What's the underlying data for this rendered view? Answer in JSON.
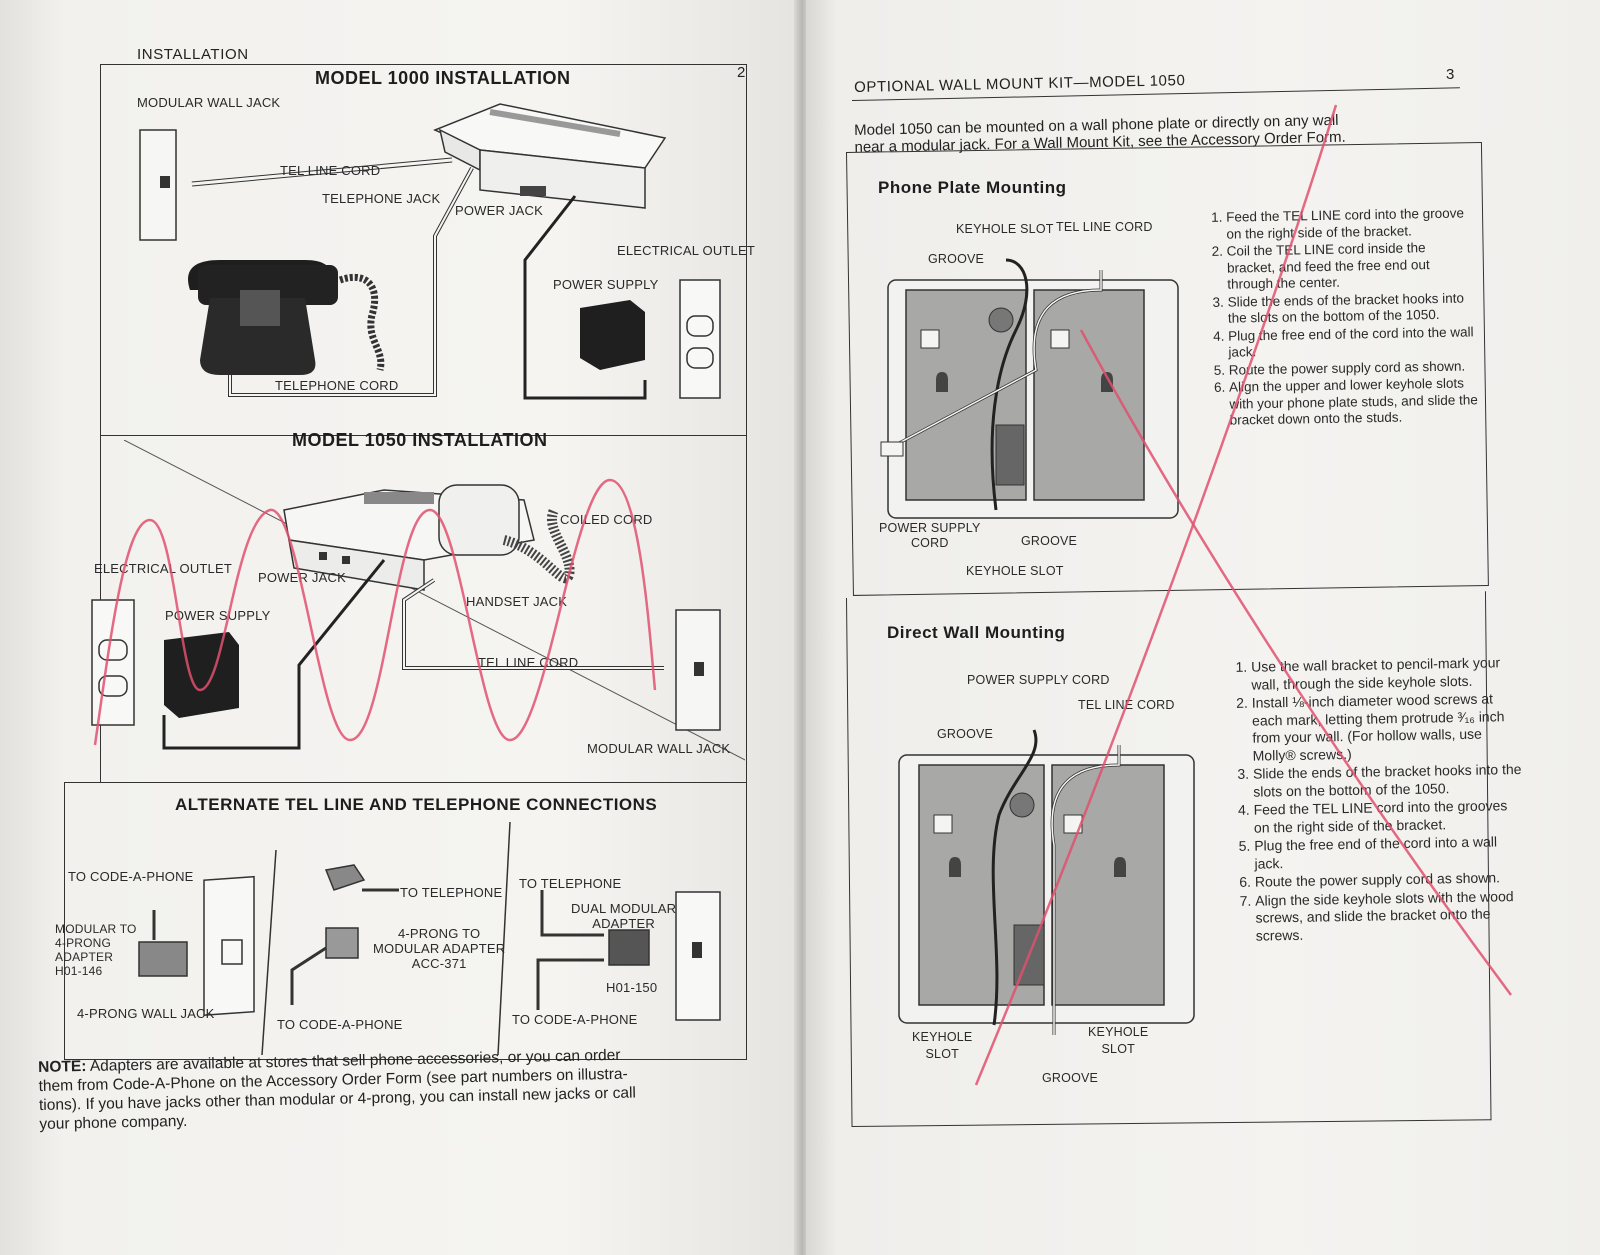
{
  "left_page": {
    "running_head": "INSTALLATION",
    "page_number": "2",
    "model1000": {
      "title": "MODEL 1000 INSTALLATION",
      "labels": {
        "modular_wall_jack": "MODULAR WALL JACK",
        "tel_line_cord": "TEL LINE CORD",
        "telephone_jack": "TELEPHONE JACK",
        "power_jack": "POWER JACK",
        "electrical_outlet": "ELECTRICAL OUTLET",
        "power_supply": "POWER SUPPLY",
        "telephone_cord": "TELEPHONE CORD"
      }
    },
    "model1050": {
      "title": "MODEL 1050 INSTALLATION",
      "labels": {
        "coiled_cord": "COILED CORD",
        "electrical_outlet": "ELECTRICAL OUTLET",
        "power_jack": "POWER JACK",
        "power_supply": "POWER SUPPLY",
        "handset_jack": "HANDSET JACK",
        "tel_line_cord": "TEL LINE CORD",
        "modular_wall_jack": "MODULAR WALL JACK"
      }
    },
    "alternate": {
      "title": "ALTERNATE TEL LINE AND TELEPHONE CONNECTIONS",
      "panel1": {
        "to_code_a_phone": "TO CODE-A-PHONE",
        "adapter_line1": "MODULAR TO",
        "adapter_line2": "4-PRONG",
        "adapter_line3": "ADAPTER",
        "adapter_line4": "H01-146",
        "wall_jack": "4-PRONG WALL JACK"
      },
      "panel2": {
        "to_telephone": "TO TELEPHONE",
        "adapter_line1": "4-PRONG TO",
        "adapter_line2": "MODULAR ADAPTER",
        "adapter_line3": "ACC-371",
        "to_code_a_phone": "TO CODE-A-PHONE"
      },
      "panel3": {
        "to_telephone": "TO TELEPHONE",
        "adapter_line1": "DUAL MODULAR",
        "adapter_line2": "ADAPTER",
        "adapter_line3": "H01-150",
        "to_code_a_phone": "TO CODE-A-PHONE"
      }
    },
    "note_label": "NOTE:",
    "note_lines": [
      "Adapters are available at stores that sell phone accessories, or you can order",
      "them from Code-A-Phone on the Accessory Order Form (see part numbers on illustra-",
      "tions). If you have jacks other than modular or 4-prong, you can install new jacks or call",
      "your phone company."
    ]
  },
  "right_page": {
    "running_head": "OPTIONAL WALL MOUNT KIT—MODEL 1050",
    "page_number": "3",
    "intro_lines": [
      "Model 1050 can be mounted on a wall phone plate or directly on any wall",
      "near a modular jack. For a Wall Mount Kit, see the Accessory Order Form."
    ],
    "phone_plate": {
      "title": "Phone Plate Mounting",
      "labels": {
        "keyhole_slot_top": "KEYHOLE SLOT",
        "tel_line_cord": "TEL LINE CORD",
        "groove_top": "GROOVE",
        "power_supply_cord_1": "POWER SUPPLY",
        "power_supply_cord_2": "CORD",
        "groove_bottom": "GROOVE",
        "keyhole_slot_bottom": "KEYHOLE SLOT"
      },
      "steps": [
        "Feed the TEL LINE cord into the groove on the right side of the bracket.",
        "Coil the TEL LINE cord inside the bracket, and feed the free end out through the center.",
        "Slide the ends of the bracket hooks into the slots on the bottom of the 1050.",
        "Plug the free end of the cord into the wall jack.",
        "Route the power supply cord as shown.",
        "Align the upper and lower keyhole slots with your phone plate studs, and slide the bracket down onto the studs."
      ]
    },
    "direct_wall": {
      "title": "Direct Wall Mounting",
      "labels": {
        "power_supply_cord": "POWER SUPPLY CORD",
        "tel_line_cord": "TEL LINE CORD",
        "groove_top": "GROOVE",
        "keyhole_left_1": "KEYHOLE",
        "keyhole_left_2": "SLOT",
        "keyhole_right_1": "KEYHOLE",
        "keyhole_right_2": "SLOT",
        "groove_bottom": "GROOVE"
      },
      "steps": [
        "Use the wall bracket to pencil-mark your wall, through the side keyhole slots.",
        "Install ⅛-inch diameter wood screws at each mark, letting them protrude ³⁄₁₆ inch from your wall. (For hollow walls, use Molly® screws.)",
        "Slide the ends of the bracket hooks into the slots on the bottom of the 1050.",
        "Feed the TEL LINE cord into the grooves on the right side of the bracket.",
        "Plug the free end of the cord into a wall jack.",
        "Route the power supply cord as shown.",
        "Align the side keyhole slots with the wood screws, and slide the bracket onto the screws."
      ]
    }
  },
  "colors": {
    "ink": "#222222",
    "paper": "#f3f2ef",
    "red_pencil": "#e0506e"
  }
}
